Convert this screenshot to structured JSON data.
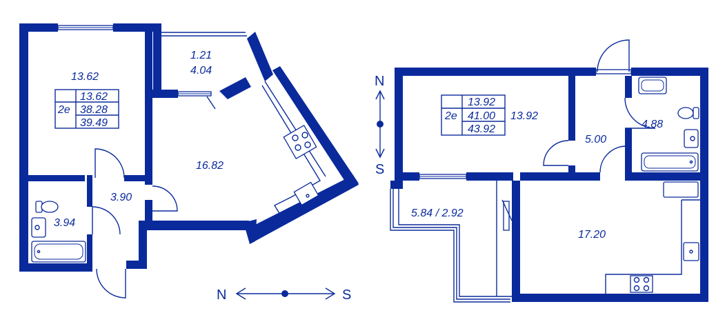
{
  "colors": {
    "wall": "#0a2a9c",
    "background": "#ffffff"
  },
  "plan_a": {
    "rooms": {
      "bedroom": "13.62",
      "balcony_line1": "1.21",
      "balcony_line2": "4.04",
      "kitchen_living": "16.82",
      "hall": "3.90",
      "bathroom": "3.94"
    },
    "info": {
      "type": "2e",
      "area_living": "13.62",
      "area_total": "38.28",
      "area_full": "39.49"
    },
    "compass": {
      "north": "N",
      "south": "S"
    }
  },
  "plan_b": {
    "rooms": {
      "bedroom": "13.92",
      "hall": "5.00",
      "bathroom": "4.88",
      "loggia": "5.84 / 2.92",
      "kitchen_living": "17.20"
    },
    "info": {
      "type": "2e",
      "area_living": "13.92",
      "area_total": "41.00",
      "area_full": "43.92"
    },
    "compass": {
      "north": "N",
      "south": "S"
    }
  },
  "icons": [
    "toilet-icon",
    "sink-icon",
    "bathtub-icon",
    "stove-icon",
    "kitchen-sink-icon",
    "compass-icon"
  ]
}
